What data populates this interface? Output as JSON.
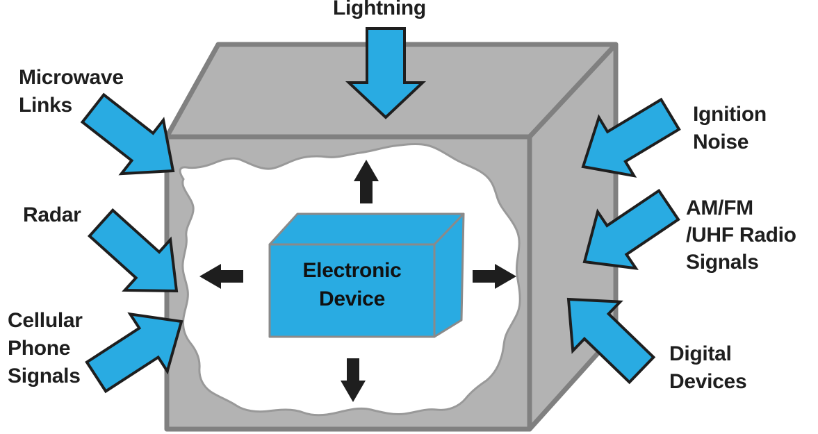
{
  "diagram": {
    "device": {
      "lines": [
        "Electronic",
        "Device"
      ],
      "emission_arrow_directions": [
        "up",
        "down",
        "left",
        "right"
      ]
    },
    "sources": {
      "lightning": {
        "lines": [
          "Lightning"
        ],
        "arrow_direction": "down"
      },
      "microwave": {
        "lines": [
          "Microwave",
          "Links"
        ],
        "arrow_direction": "down-right"
      },
      "radar": {
        "lines": [
          "Radar"
        ],
        "arrow_direction": "down-right"
      },
      "cellular": {
        "lines": [
          "Cellular",
          "Phone",
          "Signals"
        ],
        "arrow_direction": "up-right"
      },
      "ignition": {
        "lines": [
          "Ignition",
          "Noise"
        ],
        "arrow_direction": "down-left"
      },
      "amfm": {
        "lines": [
          "AM/FM",
          "/UHF Radio",
          "Signals"
        ],
        "arrow_direction": "down-left"
      },
      "digital": {
        "lines": [
          "Digital",
          "Devices"
        ],
        "arrow_direction": "up-left"
      }
    },
    "colors": {
      "arrow_blue": "#29ABE2",
      "box_fill": "#B3B3B3",
      "box_edge": "#808080",
      "blob_fill": "#FFFFFF",
      "blob_stroke": "#999999",
      "device_edge": "#8A8A8A",
      "ink": "#1E1E1E",
      "background": "#FFFFFF"
    }
  }
}
